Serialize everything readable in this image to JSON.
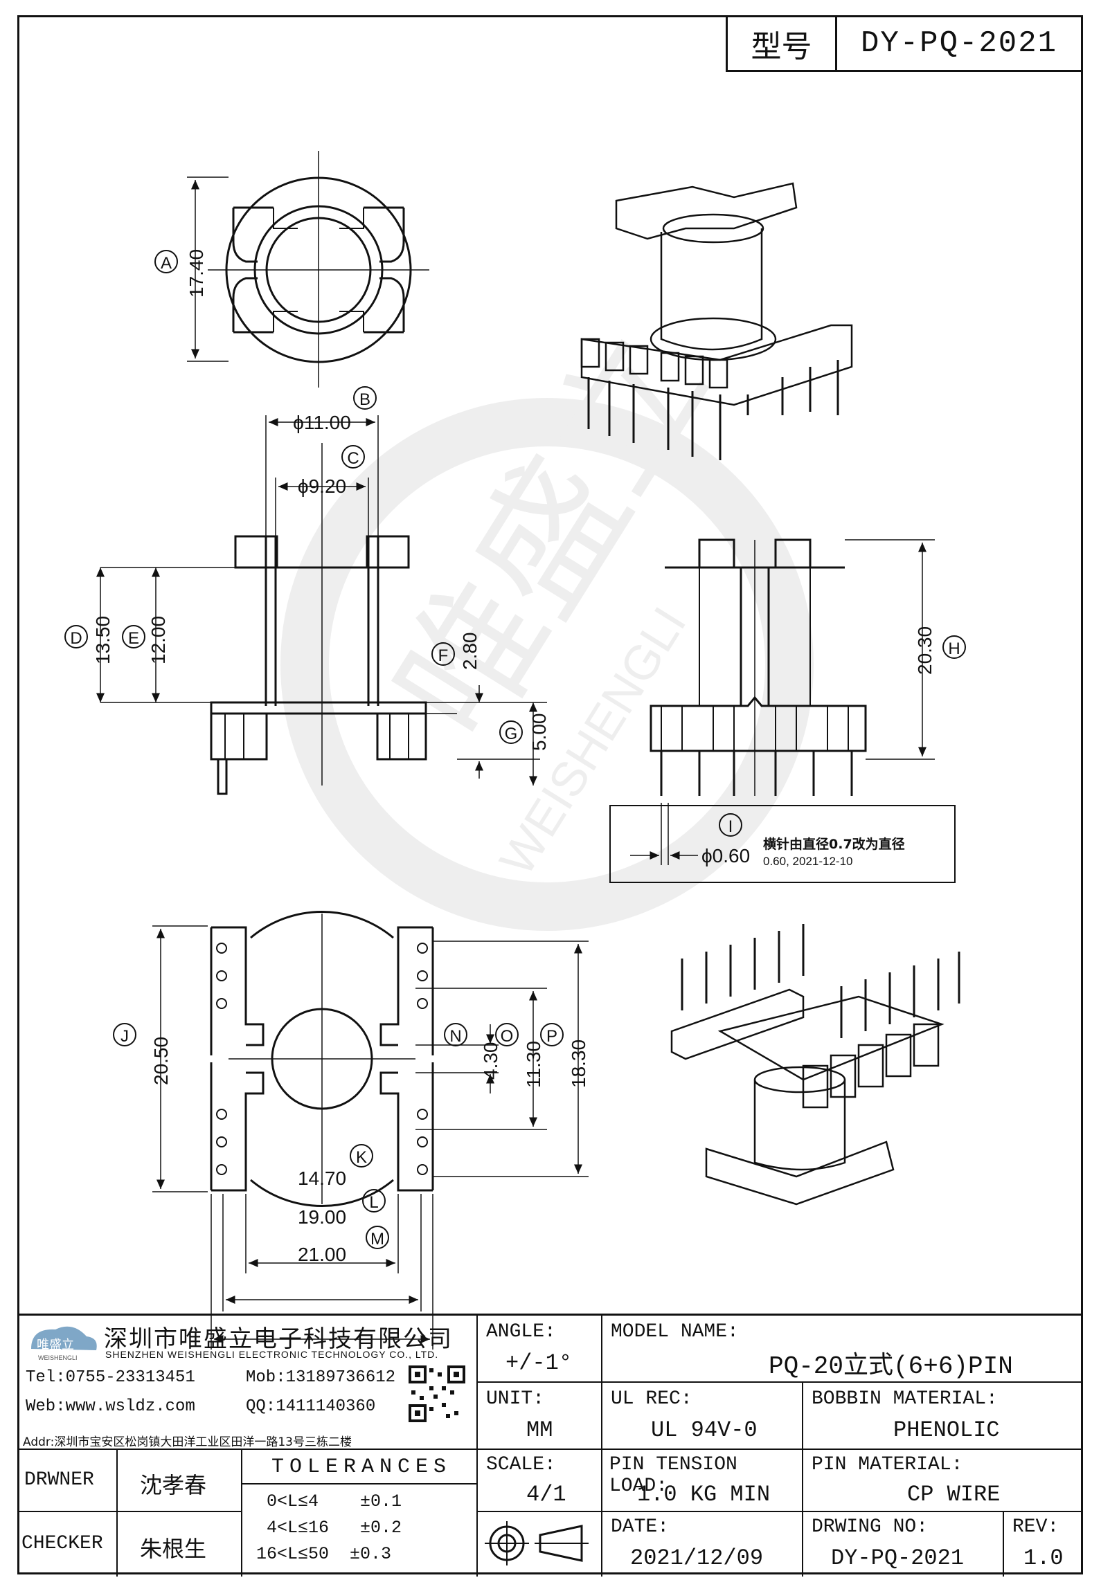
{
  "header": {
    "type_label": "型号",
    "model_code": "DY-PQ-2021"
  },
  "dimensions": {
    "A": {
      "letter": "A",
      "value": "17.40"
    },
    "B": {
      "letter": "B",
      "value": "ϕ11.00"
    },
    "C": {
      "letter": "C",
      "value": "ϕ9.20"
    },
    "D": {
      "letter": "D",
      "value": "13.50"
    },
    "E": {
      "letter": "E",
      "value": "12.00"
    },
    "F": {
      "letter": "F",
      "value": "2.80"
    },
    "G": {
      "letter": "G",
      "value": "5.00"
    },
    "H": {
      "letter": "H",
      "value": "20.30"
    },
    "I": {
      "letter": "I",
      "value": "ϕ0.60"
    },
    "J": {
      "letter": "J",
      "value": "20.50"
    },
    "K": {
      "letter": "K",
      "value": "14.70"
    },
    "L": {
      "letter": "L",
      "value": "19.00"
    },
    "M": {
      "letter": "M",
      "value": "21.00"
    },
    "N": {
      "letter": "N",
      "value": "4.30"
    },
    "O": {
      "letter": "O",
      "value": "11.30"
    },
    "P": {
      "letter": "P",
      "value": "18.30"
    }
  },
  "revision_note": {
    "line1": "横针由直径0.7改为直径",
    "line2": "0.60, 2021-12-10"
  },
  "watermark": {
    "cn": "唯盛立",
    "en": "WEISHENGLI"
  },
  "company": {
    "name": "深圳市唯盛立电子科技有限公司",
    "name_en": "SHENZHEN WEISHENGLI ELECTRONIC TECHNOLOGY CO., LTD.",
    "tel": "Tel:0755-23313451",
    "mob": "Mob:13189736612",
    "web": "Web:www.wsldz.com",
    "qq": "QQ:1411140360",
    "addr": "Addr:深圳市宝安区松岗镇大田洋工业区田洋一路13号三栋二楼",
    "logo_text": "唯盛立",
    "logo_sub": "WEISHENGLI"
  },
  "people": {
    "drawer_label": "DRWNER",
    "drawer": "沈孝春",
    "checker_label": "CHECKER",
    "checker": "朱根生"
  },
  "tolerances": {
    "title": "TOLERANCES",
    "rows": [
      "0<L≤4    ±0.1",
      "4<L≤16   ±0.2",
      "16<L≤50  ±0.3"
    ]
  },
  "fields": {
    "angle_label": "ANGLE:",
    "angle": "+/-1°",
    "unit_label": "UNIT:",
    "unit": "MM",
    "scale_label": "SCALE:",
    "scale": "4/1",
    "model_label": "MODEL NAME:",
    "model": "PQ-20立式(6+6)PIN",
    "ul_label": "UL REC:",
    "ul": "UL 94V-0",
    "bobbin_label": "BOBBIN MATERIAL:",
    "bobbin": "PHENOLIC",
    "tension_label": "PIN TENSION LOAD:",
    "tension": "1.0 KG MIN",
    "pin_label": "PIN MATERIAL:",
    "pin": "CP WIRE",
    "date_label": "DATE:",
    "date": "2021/12/09",
    "dwg_label": "DRWING NO:",
    "dwg": "DY-PQ-2021",
    "rev_label": "REV:",
    "rev": "1.0"
  }
}
